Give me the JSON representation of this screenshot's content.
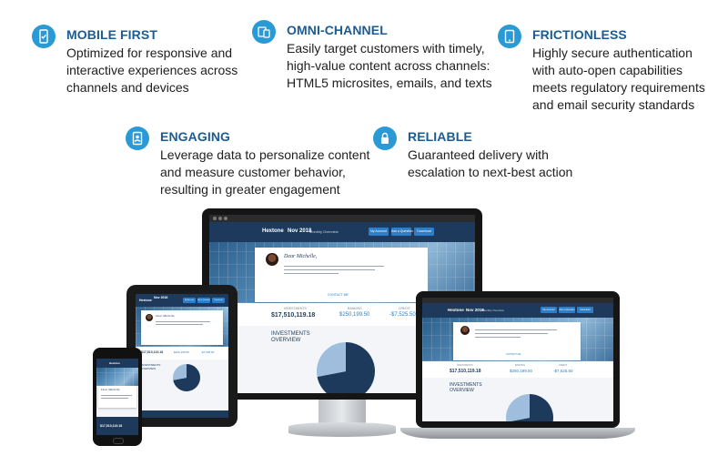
{
  "features": [
    {
      "id": "mobile-first",
      "icon": "mobile-check-icon",
      "title": "MOBILE FIRST",
      "lines": [
        "Optimized for responsive and",
        "interactive experiences across",
        "channels and devices"
      ]
    },
    {
      "id": "omni-channel",
      "icon": "multi-device-icon",
      "title": "OMNI-CHANNEL",
      "lines": [
        "Easily target customers with timely,",
        "high-value content across channels:",
        "HTML5 microsites, emails, and texts"
      ]
    },
    {
      "id": "frictionless",
      "icon": "tablet-icon",
      "title": "FRICTIONLESS",
      "lines": [
        "Highly secure authentication",
        "with auto-open capabilities",
        "meets regulatory requirements",
        "and email security standards"
      ]
    },
    {
      "id": "engaging",
      "icon": "person-card-icon",
      "title": "ENGAGING",
      "lines": [
        "Leverage data to personalize content",
        "and measure customer behavior,",
        "resulting in greater engagement"
      ]
    },
    {
      "id": "reliable",
      "icon": "lock-icon",
      "title": "RELIABLE",
      "lines": [
        "Guaranteed delivery with",
        "escalation to next-best action"
      ]
    }
  ],
  "statement": {
    "brand": "Hextone",
    "month": "Nov 2018",
    "subtitle": "Monthly Overview",
    "buttons": [
      "My Account",
      "Ask a Question",
      "Download"
    ],
    "greeting": "Dear Michelle,",
    "contact_link": "CONTACT ME",
    "stats": [
      {
        "label": "INVESTMENTS",
        "value": "$17,510,119.18"
      },
      {
        "label": "BANKING",
        "value": "$250,199.50"
      },
      {
        "label": "CREDIT",
        "value": "-$7,525.50"
      }
    ],
    "investments_title": "INVESTMENTS OVERVIEW",
    "pie": [
      {
        "share": 0.72,
        "color": "#1d3a5c"
      },
      {
        "share": 0.28,
        "color": "#9fbedd"
      }
    ]
  }
}
